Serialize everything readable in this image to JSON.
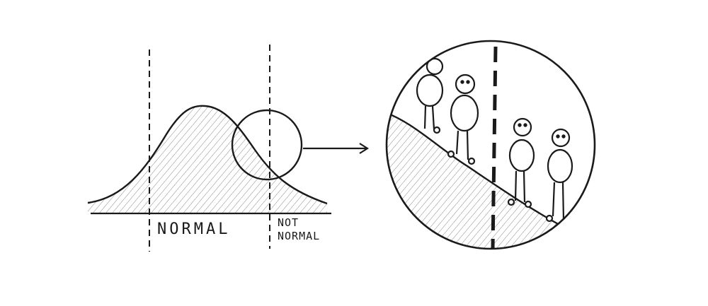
{
  "labels": {
    "normal": "NORMAL",
    "not_normal_line1": "NOT",
    "not_normal_line2": "NORMAL"
  },
  "colors": {
    "ink": "#1a1a1a",
    "paper": "#ffffff",
    "hatch": "#7a7a7a"
  },
  "icons": [
    "bell-curve",
    "magnifier-circle",
    "arrow-right",
    "stick-figures"
  ]
}
